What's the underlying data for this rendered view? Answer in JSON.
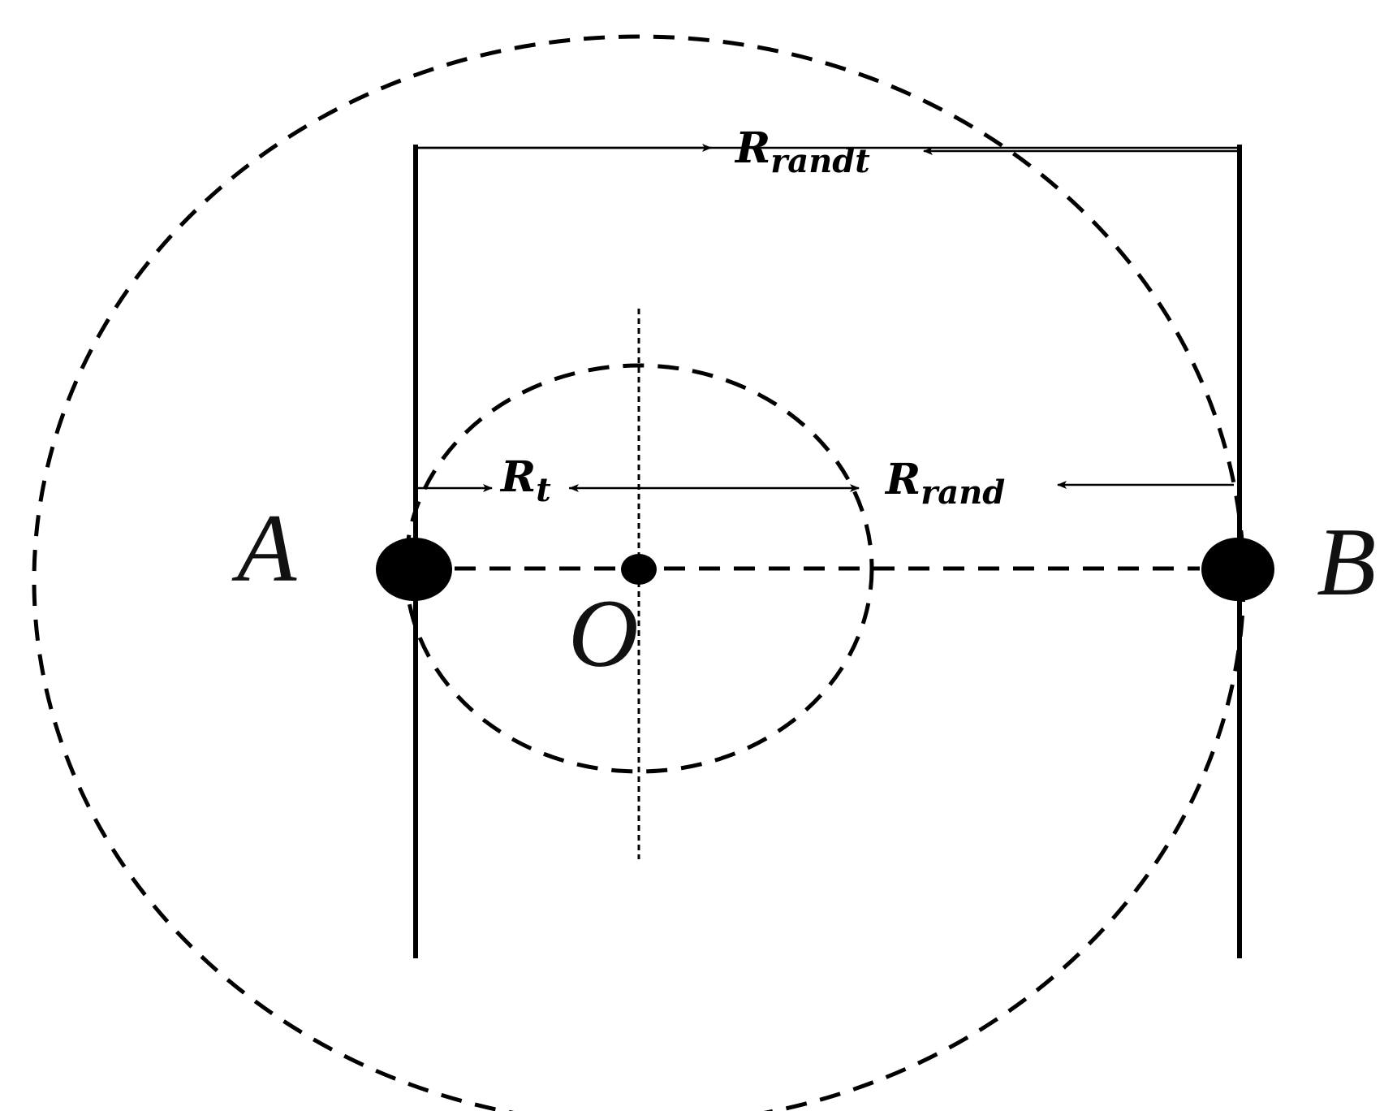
{
  "diagram": {
    "points": {
      "a": "A",
      "b": "B",
      "o": "O"
    },
    "labels": {
      "r_randt": {
        "base": "R",
        "sub": "randt"
      },
      "r_t": {
        "base": "R",
        "sub": "t"
      },
      "r_rand": {
        "base": "R",
        "sub": "rand"
      }
    },
    "colors": {
      "stroke": "#000000",
      "background": "#ffffff"
    }
  }
}
